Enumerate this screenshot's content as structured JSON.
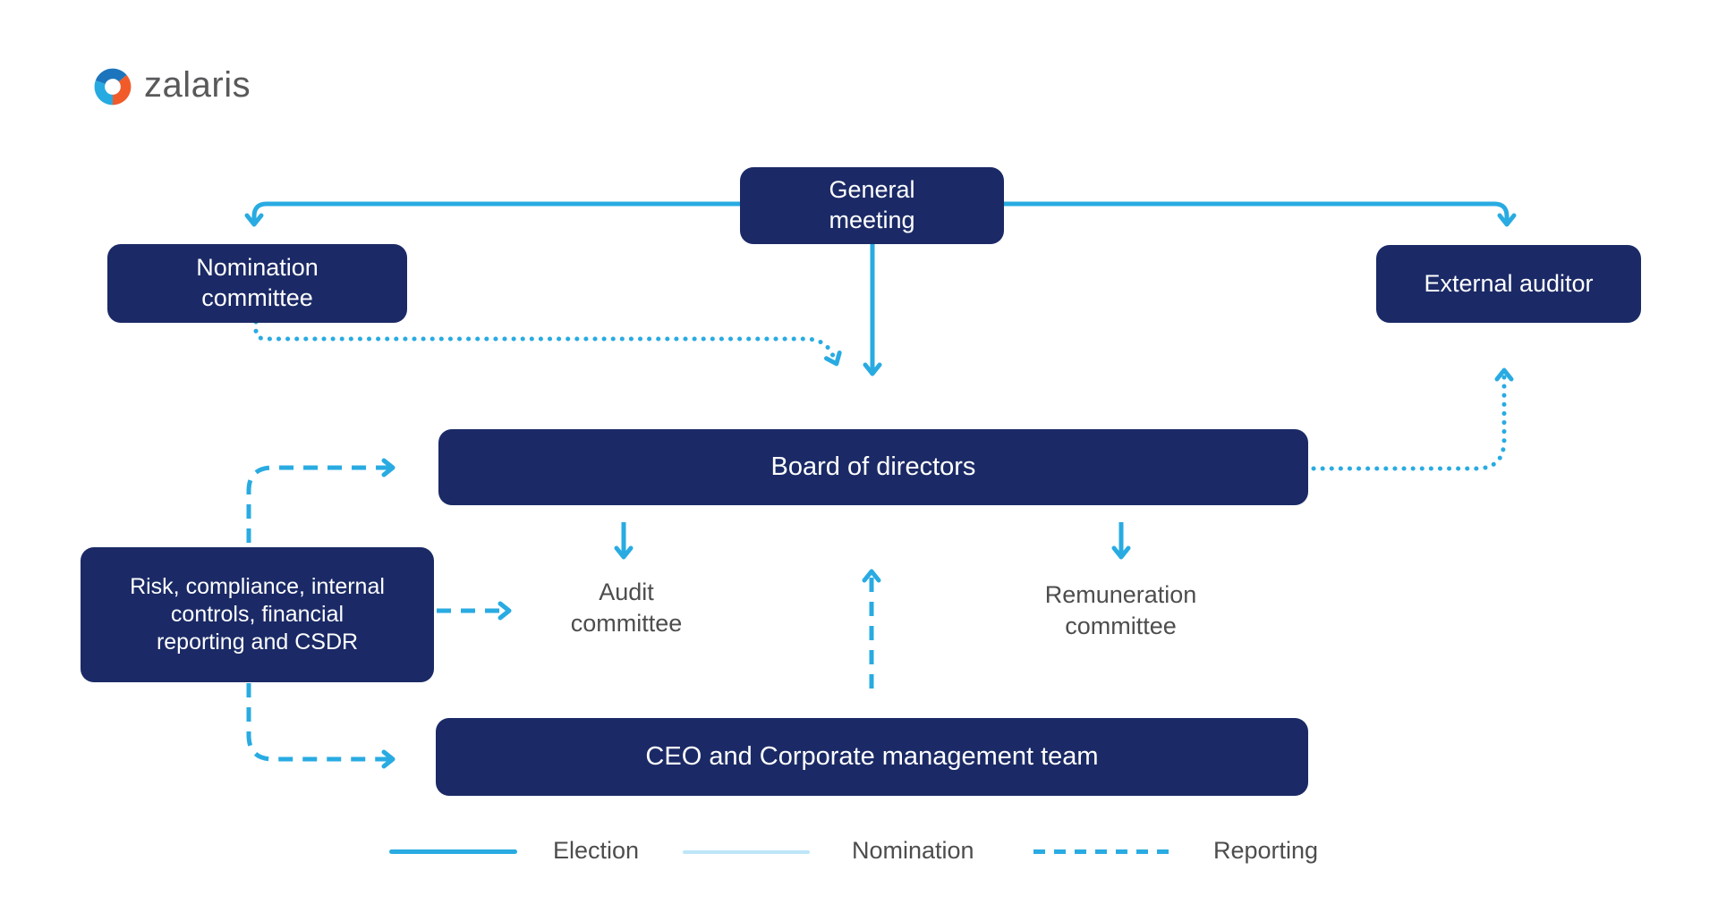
{
  "brand": {
    "name": "zalaris"
  },
  "nodes": {
    "general_meeting": "General\nmeeting",
    "nomination_committee": "Nomination\ncommittee",
    "external_auditor": "External auditor",
    "board_of_directors": "Board of directors",
    "risk_compliance": "Risk, compliance, internal\ncontrols, financial\nreporting and CSDR",
    "audit_committee": "Audit\ncommittee",
    "remuneration_committee": "Remuneration\ncommittee",
    "ceo_team": "CEO and Corporate management team"
  },
  "legend": {
    "election": {
      "label": "Election",
      "style": "solid",
      "color": "#29ABE2"
    },
    "nomination": {
      "label": "Nomination",
      "style": "dotted",
      "color": "#BDE5F8"
    },
    "reporting": {
      "label": "Reporting",
      "style": "dashed",
      "color": "#29ABE2"
    }
  },
  "edges": [
    {
      "type": "election",
      "from": "General meeting",
      "to": "Nomination committee"
    },
    {
      "type": "election",
      "from": "General meeting",
      "to": "Board of directors"
    },
    {
      "type": "election",
      "from": "General meeting",
      "to": "External auditor"
    },
    {
      "type": "nomination",
      "from": "Nomination committee",
      "to": "Board of directors"
    },
    {
      "type": "nomination",
      "from": "Board of directors",
      "to": "External auditor"
    },
    {
      "type": "election",
      "from": "Board of directors",
      "to": "Audit committee"
    },
    {
      "type": "election",
      "from": "Board of directors",
      "to": "Remuneration committee"
    },
    {
      "type": "reporting",
      "from": "Risk, compliance, internal controls, financial reporting and CSDR",
      "to": "Board of directors"
    },
    {
      "type": "reporting",
      "from": "Risk, compliance, internal controls, financial reporting and CSDR",
      "to": "Audit committee"
    },
    {
      "type": "reporting",
      "from": "Risk, compliance, internal controls, financial reporting and CSDR",
      "to": "CEO and Corporate management team"
    },
    {
      "type": "reporting",
      "from": "CEO and Corporate management team",
      "to": "Board of directors"
    }
  ],
  "colors": {
    "node_fill": "#1B2A66",
    "node_text": "#FFFFFF",
    "connector_blue": "#29ABE2",
    "label_gray": "#4D4D4D",
    "logo_text_gray": "#58595B",
    "logo_dark_blue": "#1C75BC",
    "logo_light_blue": "#27AAE1",
    "logo_orange": "#F15B2A"
  }
}
